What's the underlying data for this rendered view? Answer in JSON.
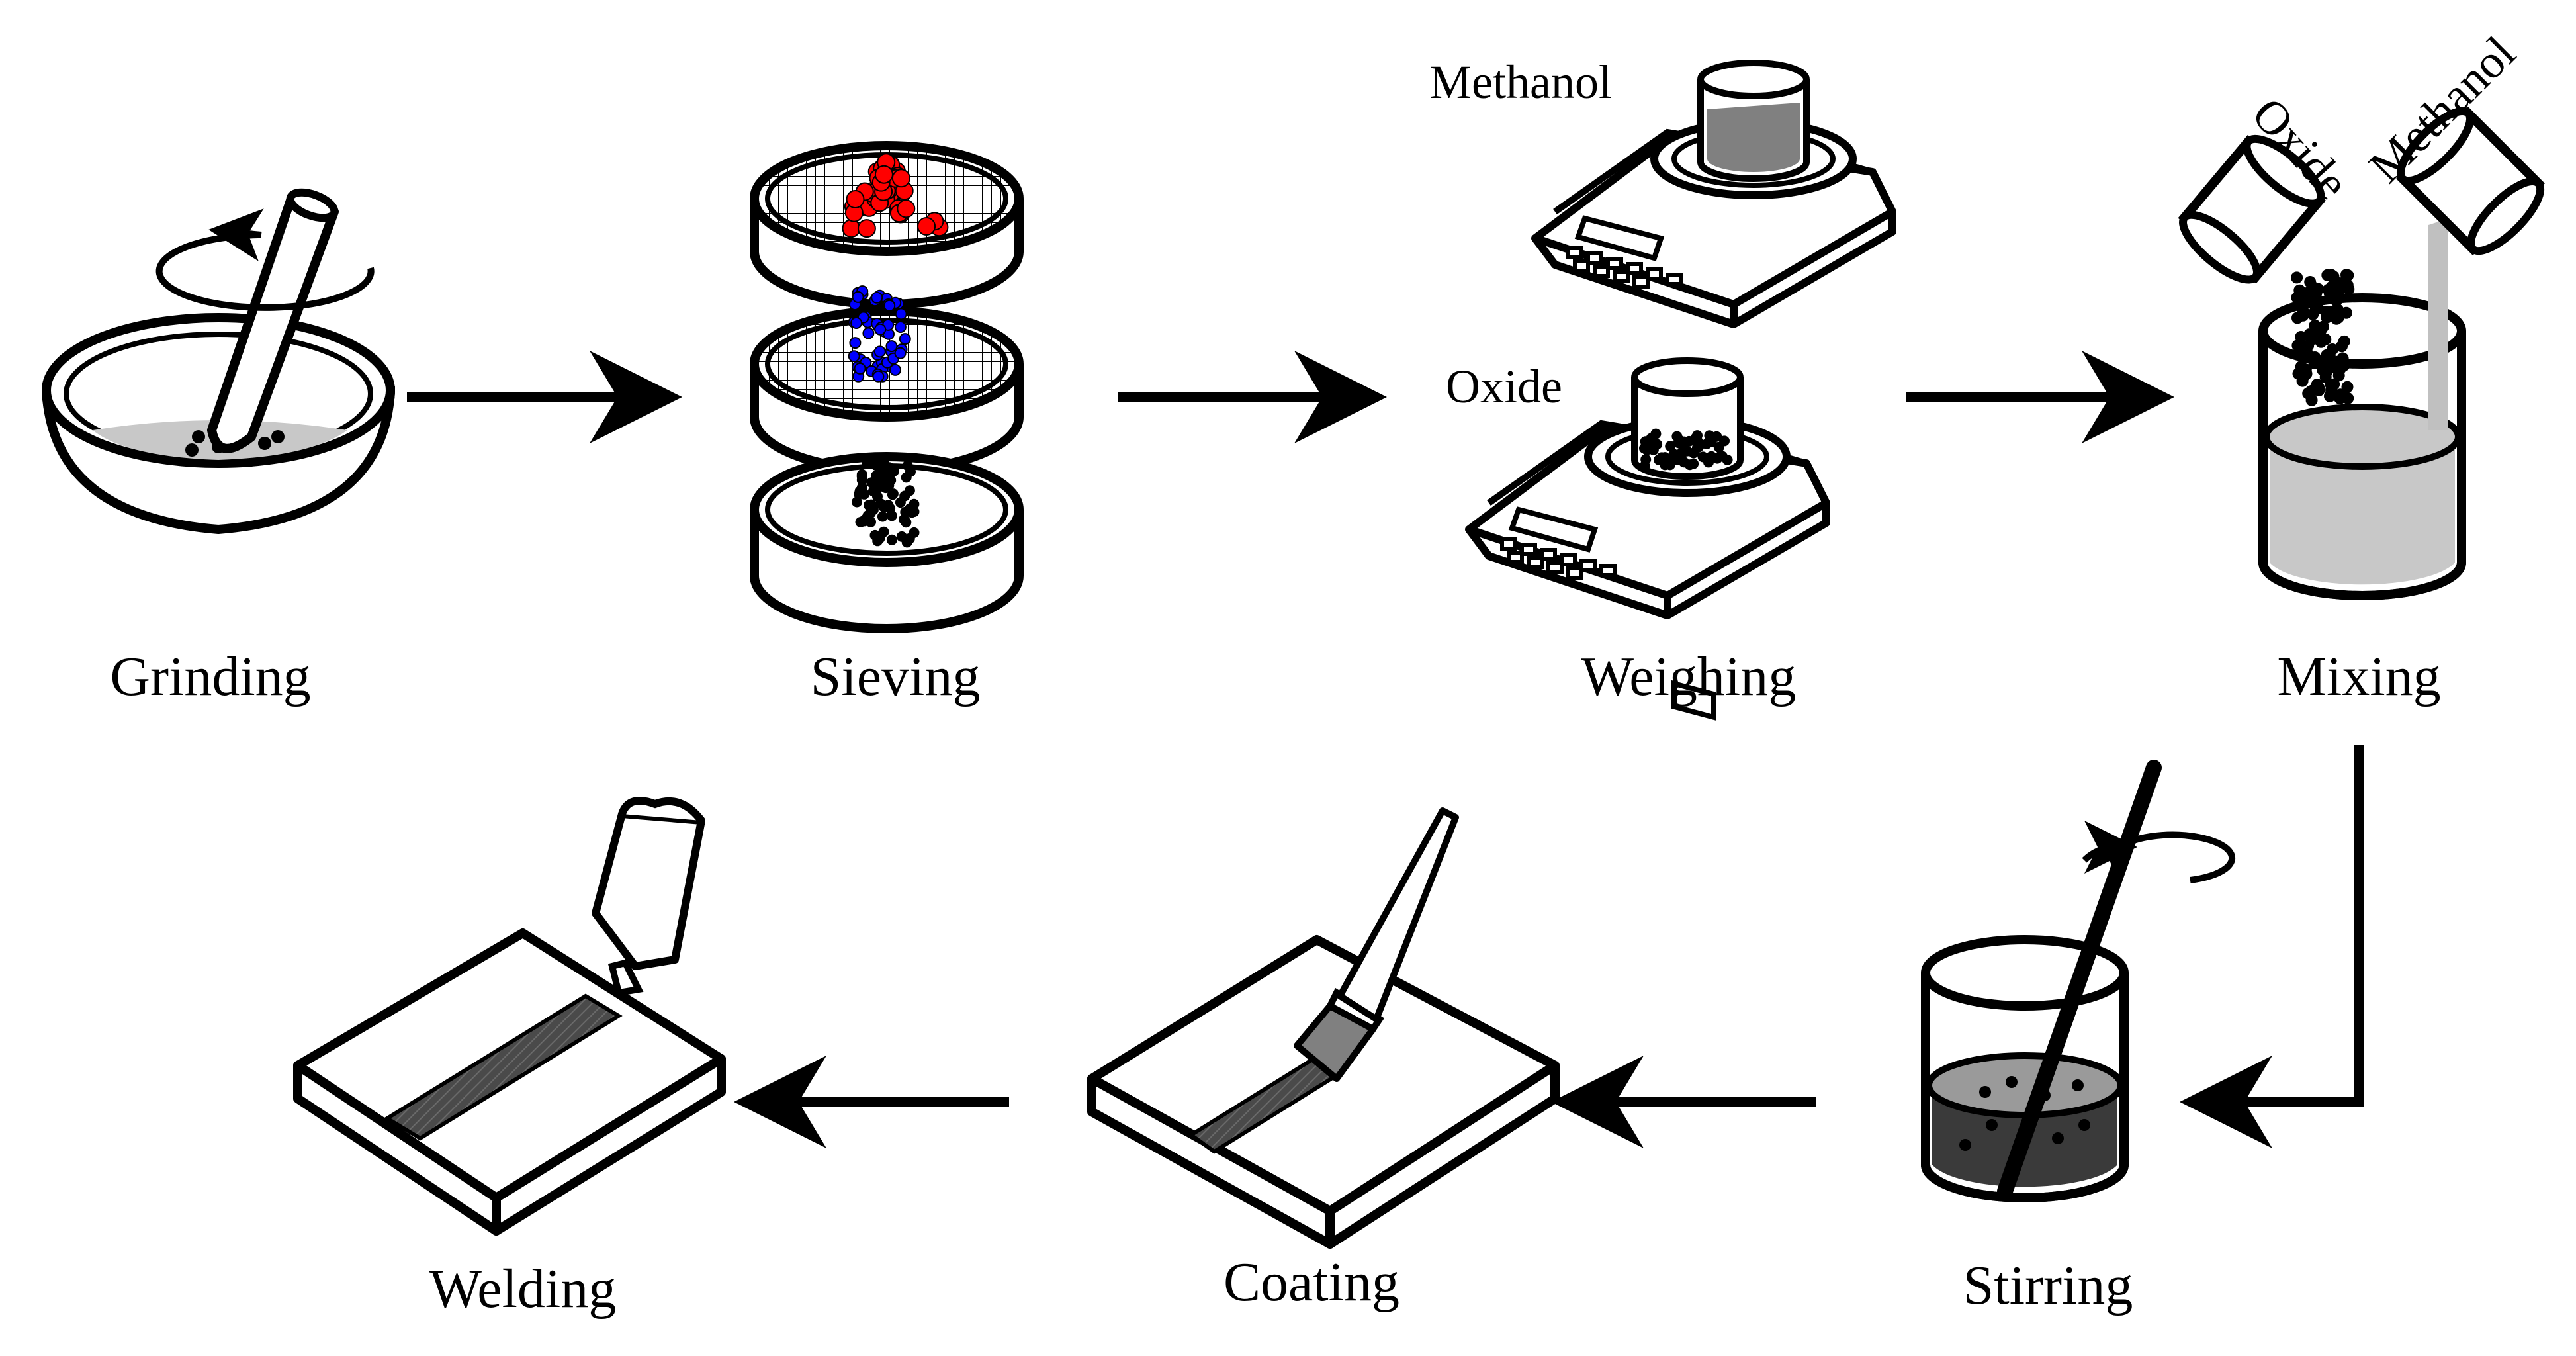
{
  "steps": {
    "grinding": "Grinding",
    "sieving": "Sieving",
    "weighing": "Weighing",
    "mixing": "Mixing",
    "stirring": "Stirring",
    "coating": "Coating",
    "welding": "Welding"
  },
  "weighing_labels": {
    "methanol": "Methanol",
    "oxide": "Oxide"
  },
  "mixing_labels": {
    "oxide": "Oxide",
    "methanol": "Methanol"
  },
  "colors": {
    "line": "#000000",
    "liquid_light": "#c8c8c8",
    "liquid_dark": "#3a3a3a",
    "methanol_weighed": "#808080",
    "particles_coarse": "#ff0000",
    "particles_medium": "#0000ff",
    "particles_fine": "#000000",
    "coating_strip": "#555555"
  }
}
